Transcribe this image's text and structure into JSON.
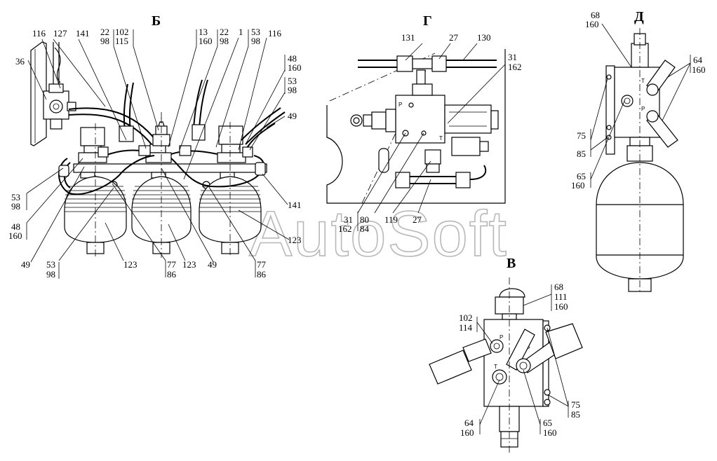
{
  "views": {
    "b": "Б",
    "g": "Г",
    "d": "Д",
    "v": "В"
  },
  "watermark": "AutoSoft",
  "port_marks": {
    "p": "P",
    "t": "T"
  },
  "labels": {
    "b": {
      "l116": "116",
      "l127": "127",
      "l141": "141",
      "l22a": "22",
      "l98a": "98",
      "l102": "102",
      "l115": "115",
      "l13": "13",
      "l160a": "160",
      "l22b": "22",
      "l98b": "98",
      "l1": "1",
      "l53a": "53",
      "l98c": "98",
      "l116b": "116",
      "l48a": "48",
      "l160b": "160",
      "l53b": "53",
      "l98d": "98",
      "l49a": "49",
      "l36": "36",
      "l53c": "53",
      "l98e": "98",
      "l48b": "48",
      "l160c": "160",
      "l49b": "49",
      "l53d": "53",
      "l98f": "98",
      "l123a": "123",
      "l77a": "77",
      "l86a": "86",
      "l123b": "123",
      "l49c": "49",
      "l77b": "77",
      "l86b": "86",
      "l123c": "123",
      "l141b": "141"
    },
    "g": {
      "l131": "131",
      "l27a": "27",
      "l130": "130",
      "l31a": "31",
      "l162a": "162",
      "l31b": "31",
      "l162b": "162",
      "l80": "80",
      "l84": "84",
      "l119": "119",
      "l27b": "27"
    },
    "d": {
      "l68": "68",
      "l160a": "160",
      "l64": "64",
      "l160b": "160",
      "l75": "75",
      "l85": "85",
      "l65": "65",
      "l160c": "160"
    },
    "v": {
      "l68": "68",
      "l111": "111",
      "l160a": "160",
      "l102": "102",
      "l114": "114",
      "l64": "64",
      "l160b": "160",
      "l65": "65",
      "l160c": "160",
      "l75": "75",
      "l85": "85"
    }
  }
}
